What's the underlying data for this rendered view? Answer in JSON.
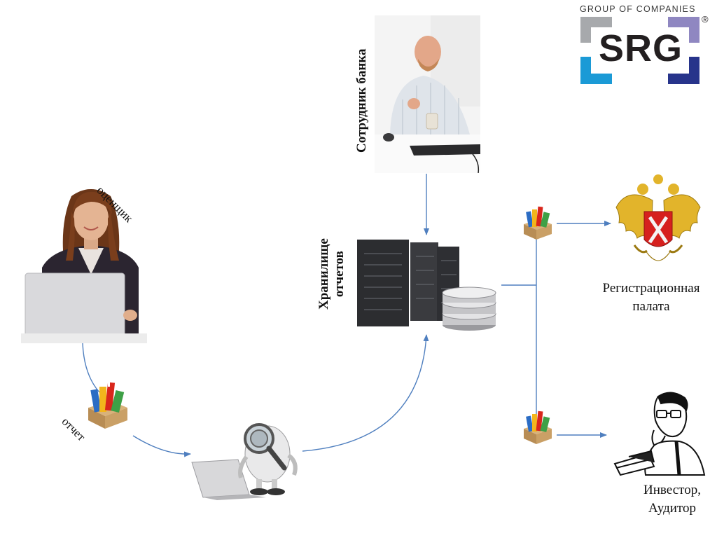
{
  "logo": {
    "group_text": "GROUP OF COMPANIES",
    "brand": "SRG",
    "registered": "®",
    "colors": {
      "gray": "#a7a9ac",
      "blue": "#1b9ad6",
      "navy": "#27348b",
      "lilac": "#8f87c1",
      "ink": "#231f20"
    }
  },
  "labels": {
    "appraiser": "оценщик",
    "bank_employee": "Сотрудник банка",
    "storage_line1": "Хранилище",
    "storage_line2": "отчетов",
    "report": "отчет",
    "registry_line1": "Регистрационная",
    "registry_line2": "палата",
    "investor_line1": "Инвестор,",
    "investor_line2": "Аудитор"
  },
  "colors": {
    "arrow": "#4f7fbf"
  }
}
